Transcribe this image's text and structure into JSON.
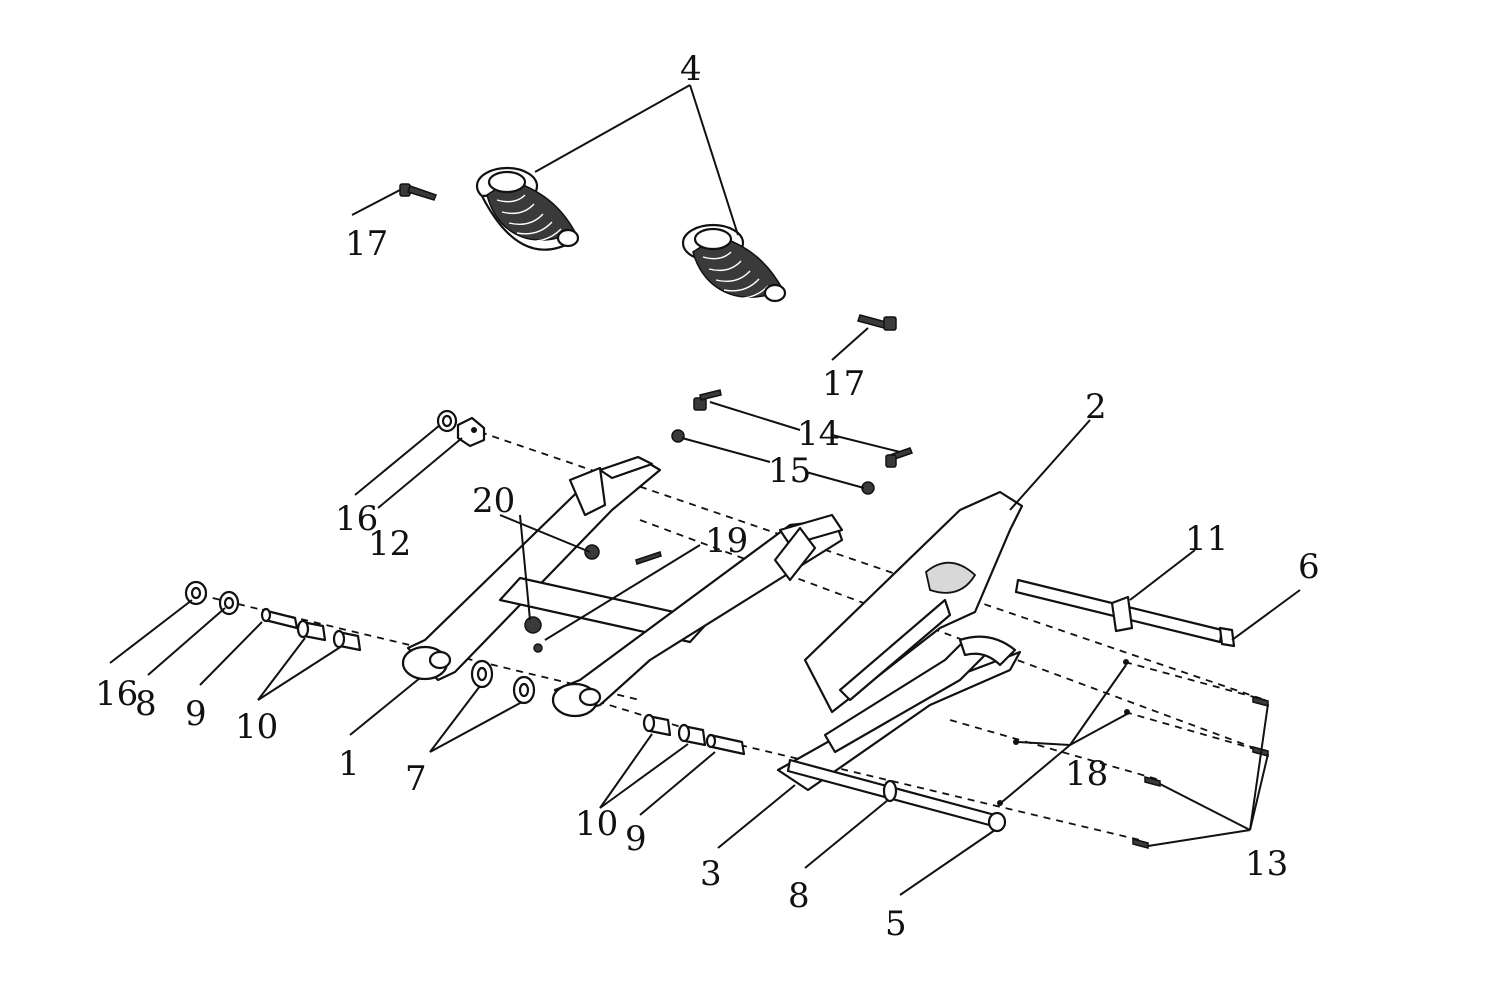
{
  "callouts": {
    "c4": "4",
    "c17a": "17",
    "c17b": "17",
    "c2": "2",
    "c14": "14",
    "c15": "15",
    "c16a": "16",
    "c12": "12",
    "c20": "20",
    "c19": "19",
    "c11": "11",
    "c6": "6",
    "c16b": "16",
    "c8a": "8",
    "c9a": "9",
    "c10a": "10",
    "c1": "1",
    "c7": "7",
    "c18": "18",
    "c10b": "10",
    "c9b": "9",
    "c3": "3",
    "c8b": "8",
    "c5": "5",
    "c13": "13"
  }
}
